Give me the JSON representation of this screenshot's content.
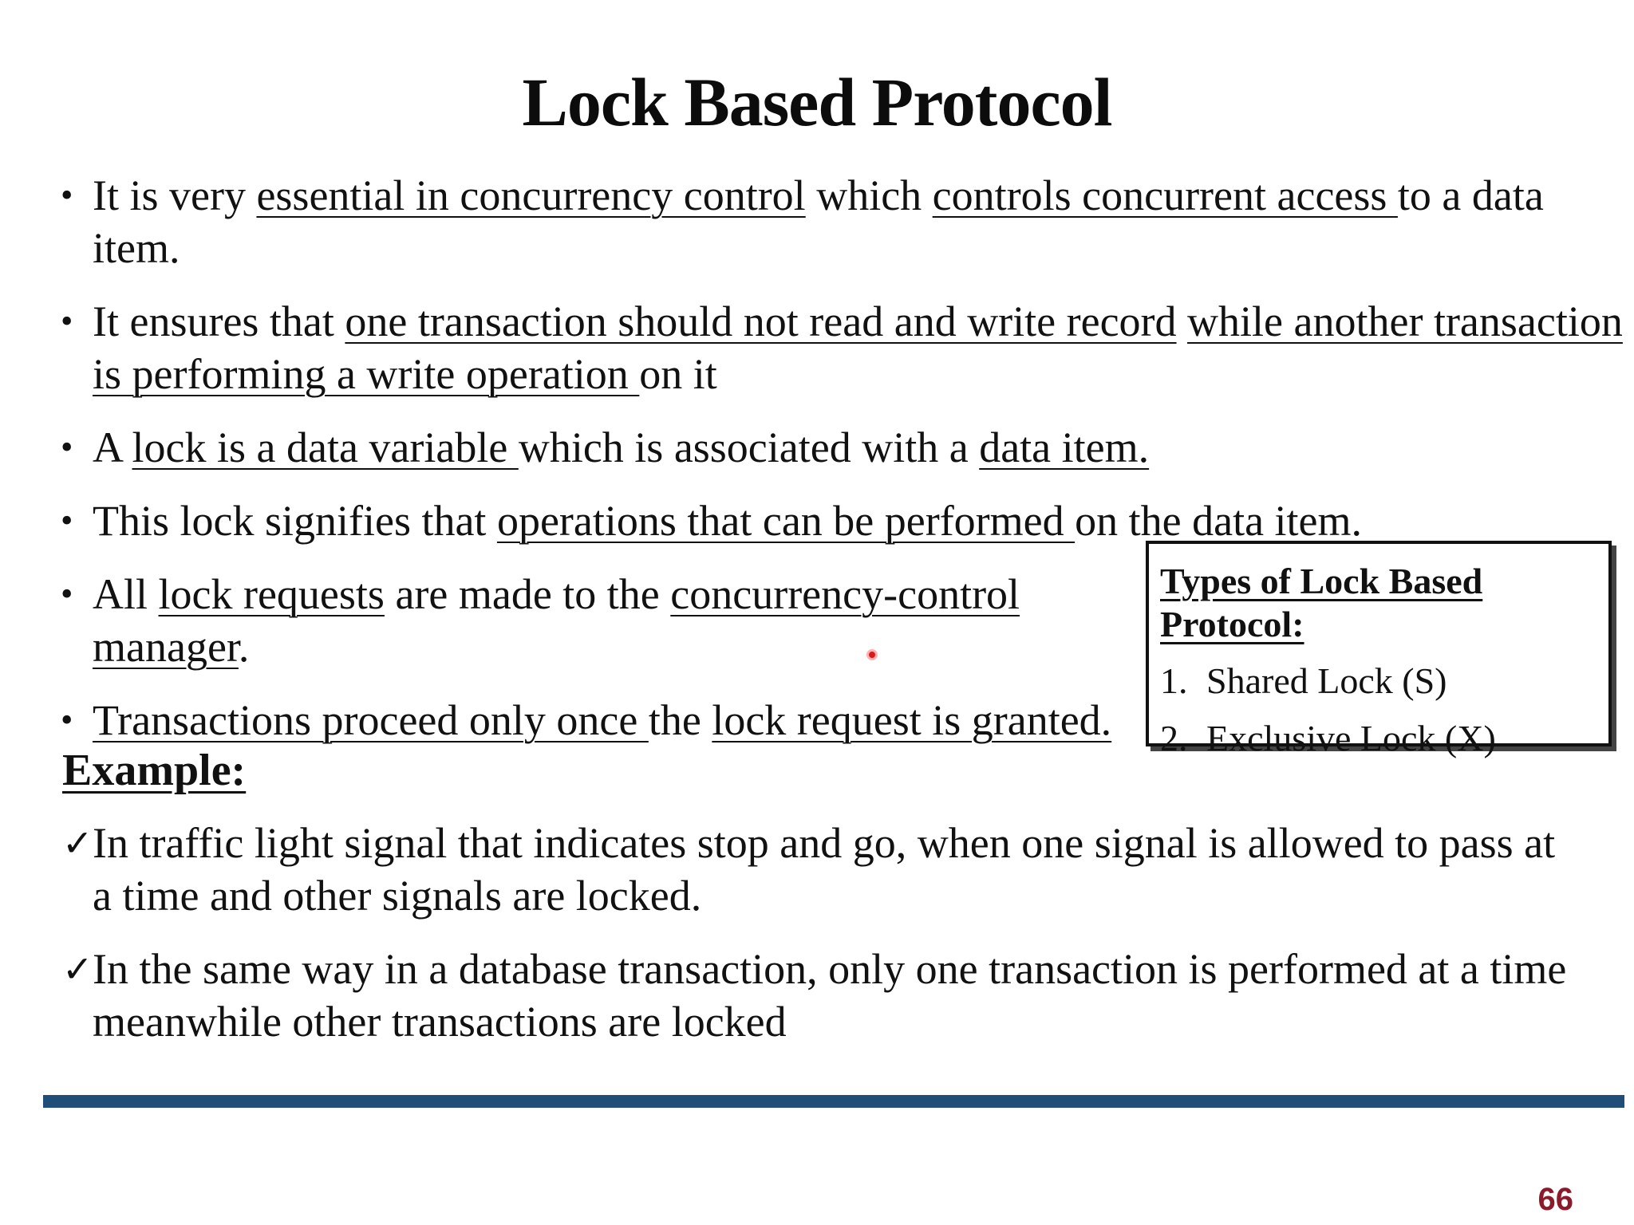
{
  "slide": {
    "title": "Lock Based Protocol",
    "page_number": "66"
  },
  "bullets": [
    {
      "parts": [
        {
          "t": "It is very "
        },
        {
          "t": "essential in concurrency control",
          "u": true
        },
        {
          "t": " which "
        },
        {
          "t": "controls concurrent access ",
          "u": true
        },
        {
          "t": "to a data item."
        }
      ]
    },
    {
      "parts": [
        {
          "t": "It ensures that "
        },
        {
          "t": "one transaction should not read and write record",
          "u": true
        },
        {
          "t": " "
        },
        {
          "t": "while another transaction is performing a write operation ",
          "u": true
        },
        {
          "t": "on it"
        }
      ]
    },
    {
      "parts": [
        {
          "t": "A "
        },
        {
          "t": "lock is a data variable ",
          "u": true
        },
        {
          "t": "which is associated with a "
        },
        {
          "t": "data item.",
          "u": true
        }
      ]
    },
    {
      "parts": [
        {
          "t": "This lock signifies that "
        },
        {
          "t": "operations that can be performed ",
          "u": true
        },
        {
          "t": "on the data item."
        }
      ]
    },
    {
      "short": true,
      "parts": [
        {
          "t": "All "
        },
        {
          "t": "lock requests",
          "u": true
        },
        {
          "t": " are made to the "
        },
        {
          "t": "concurrency-control manager",
          "u": true
        },
        {
          "t": "."
        }
      ]
    },
    {
      "short": true,
      "parts": [
        {
          "t": "Transactions proceed only once ",
          "u": true
        },
        {
          "t": "the "
        },
        {
          "t": "lock request is granted.",
          "u": true
        }
      ]
    }
  ],
  "types_box": {
    "title": "Types of Lock Based Protocol:",
    "items": [
      {
        "num": "1.",
        "label": "Shared Lock (S)"
      },
      {
        "num": "2.",
        "label": "Exclusive Lock (X)"
      }
    ]
  },
  "example": {
    "heading": "Example:",
    "items": [
      "In traffic light signal that indicates stop and go, when one signal is allowed to pass at a time and other signals are locked.",
      "In the same way in a database transaction, only one transaction is performed at a time meanwhile other transactions are locked"
    ]
  },
  "glyphs": {
    "bullet": "•",
    "check": "✓"
  },
  "colors": {
    "footer_bar": "#1f4e79",
    "page_number": "#8b1a2b"
  }
}
